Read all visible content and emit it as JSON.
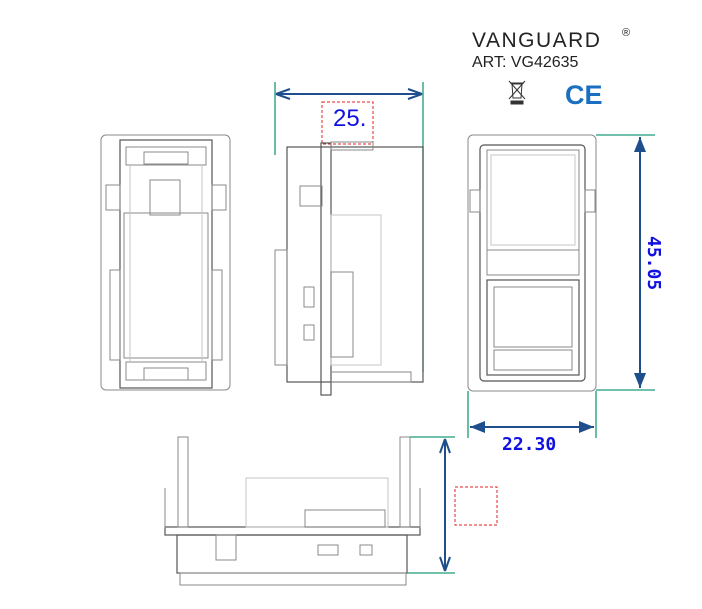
{
  "brand": {
    "name": "VANGUARD",
    "registered": "®",
    "article": "ART: VG42635"
  },
  "marks": {
    "weee": "weee-bin-icon",
    "ce": "CE"
  },
  "dimensions": {
    "depth": "25.",
    "height": "45.05",
    "width": "22.30"
  },
  "colors": {
    "dimension_line": "#1f4e8c",
    "dimension_text": "#1010e0",
    "extension_line": "#1a9a7a",
    "ce_mark": "#1a6fc0"
  }
}
